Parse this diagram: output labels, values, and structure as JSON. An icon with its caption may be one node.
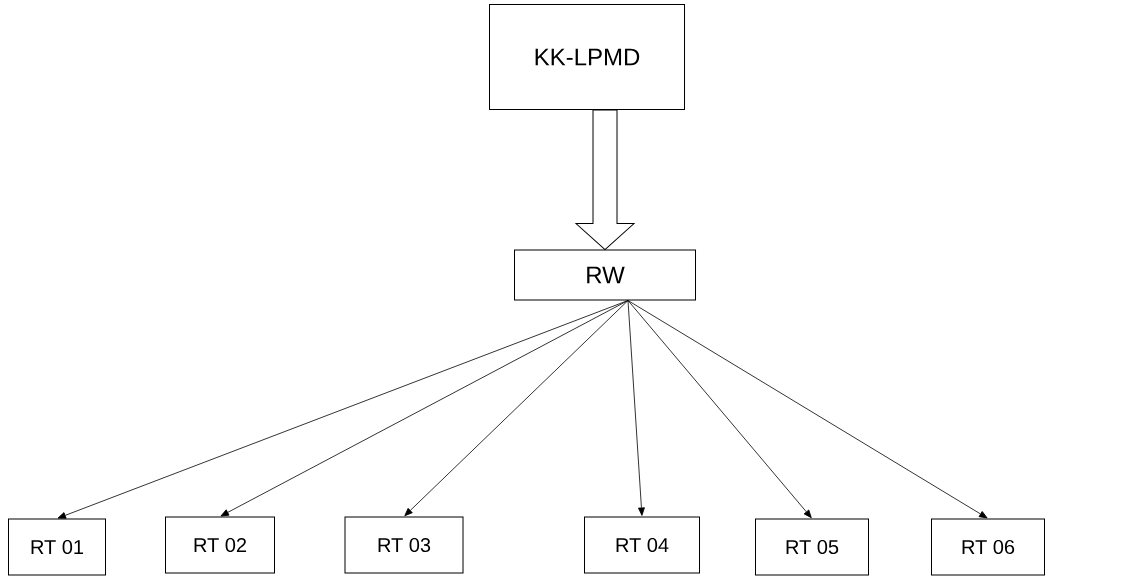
{
  "diagram": {
    "nodes": [
      {
        "text": [
          "KK-LPMD"
        ]
      },
      {
        "text": [
          "RW"
        ]
      },
      {
        "text": [
          "RT 01"
        ]
      },
      {
        "text": [
          "RT 02"
        ]
      },
      {
        "text": [
          "RT 03"
        ]
      },
      {
        "text": [
          "RT 04"
        ]
      },
      {
        "text": [
          "RT 05"
        ]
      },
      {
        "text": [
          "RT 06"
        ]
      }
    ],
    "edges": [
      {
        "from": 0,
        "to": 1,
        "arrow": "to",
        "style": "thick"
      },
      {
        "from": 1,
        "to": 2,
        "arrow": "to"
      },
      {
        "from": 1,
        "to": 3,
        "arrow": "to"
      },
      {
        "from": 1,
        "to": 4,
        "arrow": "to"
      },
      {
        "from": 1,
        "to": 5,
        "arrow": "to"
      },
      {
        "from": 1,
        "to": 6,
        "arrow": "to"
      },
      {
        "from": 1,
        "to": 7,
        "arrow": "to"
      }
    ]
  }
}
